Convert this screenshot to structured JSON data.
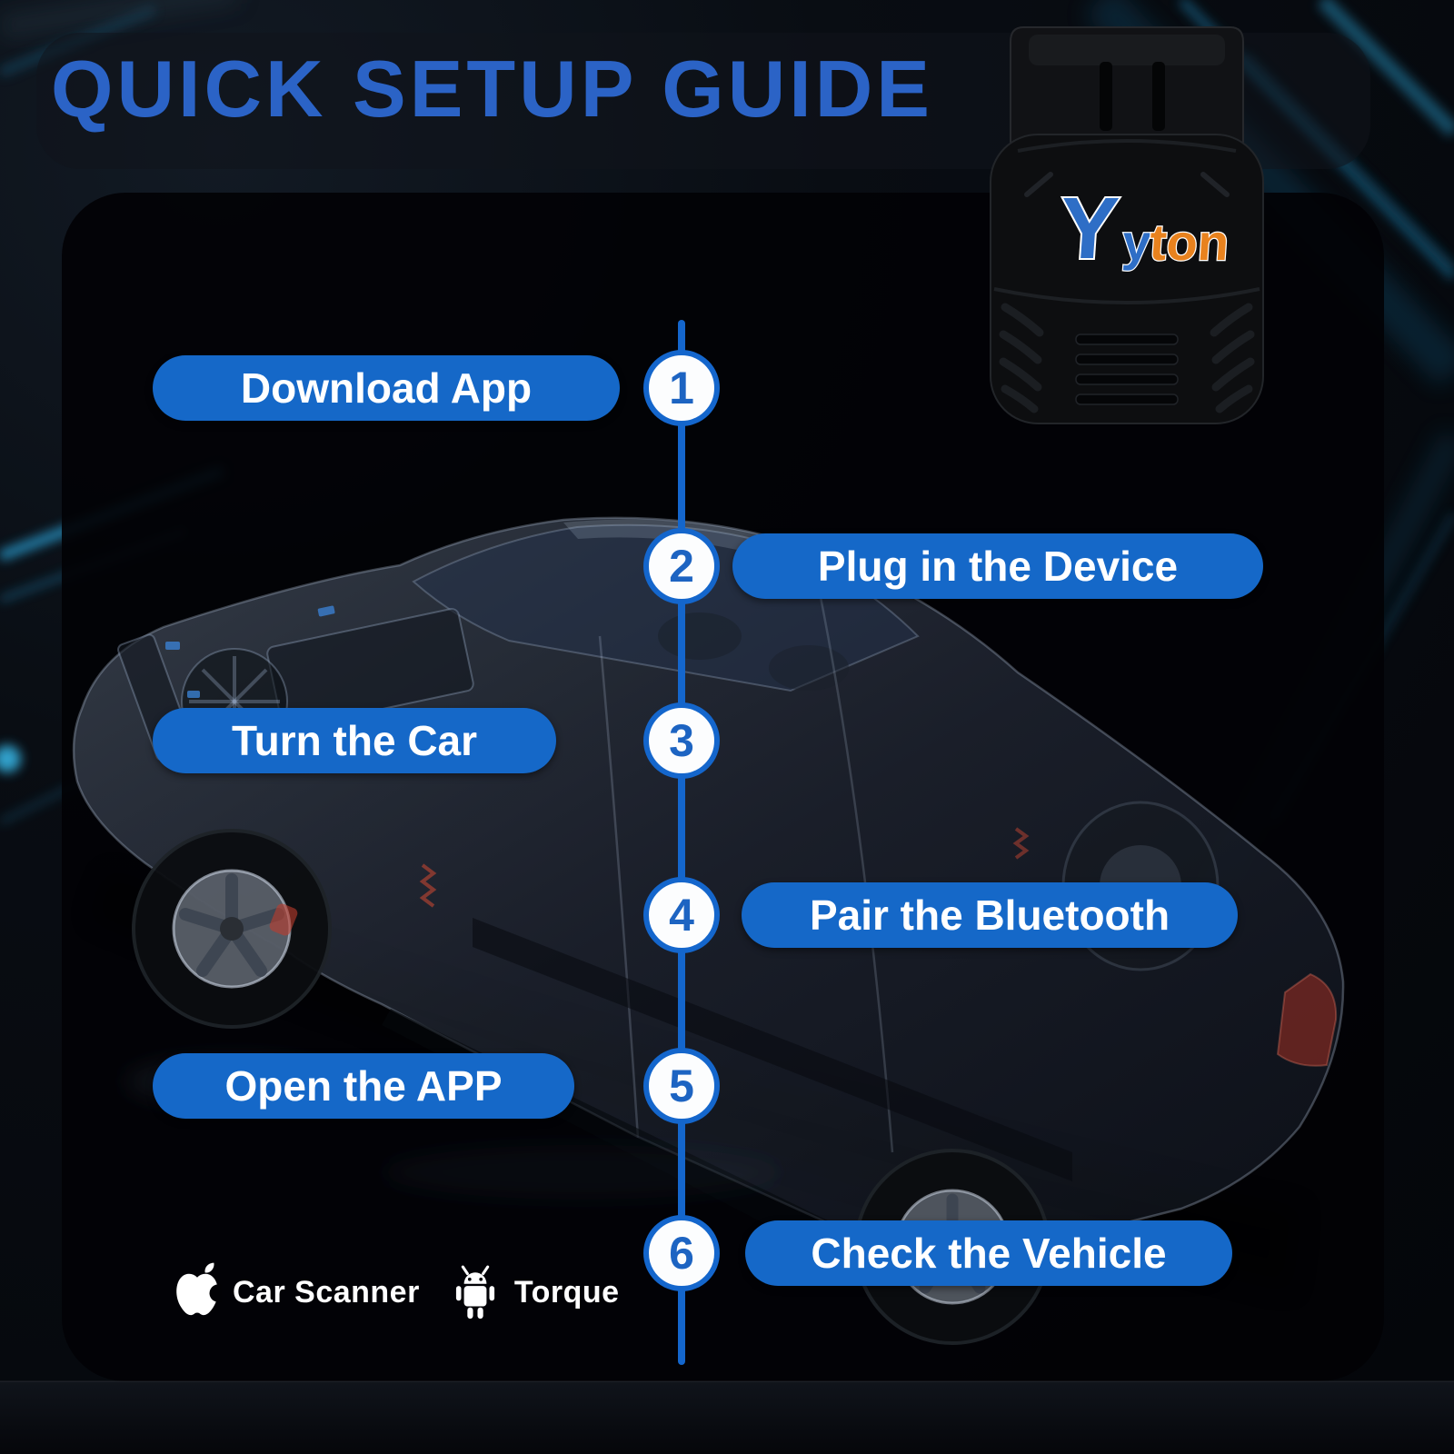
{
  "title": "QUICK SETUP GUIDE",
  "device": {
    "logo": {
      "mark": "Y",
      "rest_blue": "y",
      "rest_orange": "ton"
    }
  },
  "timeline": {
    "steps": [
      {
        "number": "1",
        "label": "Download App",
        "side": "left"
      },
      {
        "number": "2",
        "label": "Plug in the Device",
        "side": "right"
      },
      {
        "number": "3",
        "label": "Turn the Car",
        "side": "left"
      },
      {
        "number": "4",
        "label": "Pair the Bluetooth",
        "side": "right"
      },
      {
        "number": "5",
        "label": "Open the APP",
        "side": "left"
      },
      {
        "number": "6",
        "label": "Check the Vehicle",
        "side": "right"
      }
    ]
  },
  "apps": {
    "ios_label": "Car Scanner",
    "android_label": "Torque"
  },
  "colors": {
    "pill_blue": "#1568c8",
    "title_blue": "#2b63c6",
    "timeline_blue": "#1466cc",
    "circle_number_blue": "#1d64c2",
    "logo_blue": "#2e6ec6",
    "logo_orange": "#e8821e",
    "background": "#04060a",
    "text_white": "#ffffff",
    "streak_teal": "#2ba4da"
  }
}
